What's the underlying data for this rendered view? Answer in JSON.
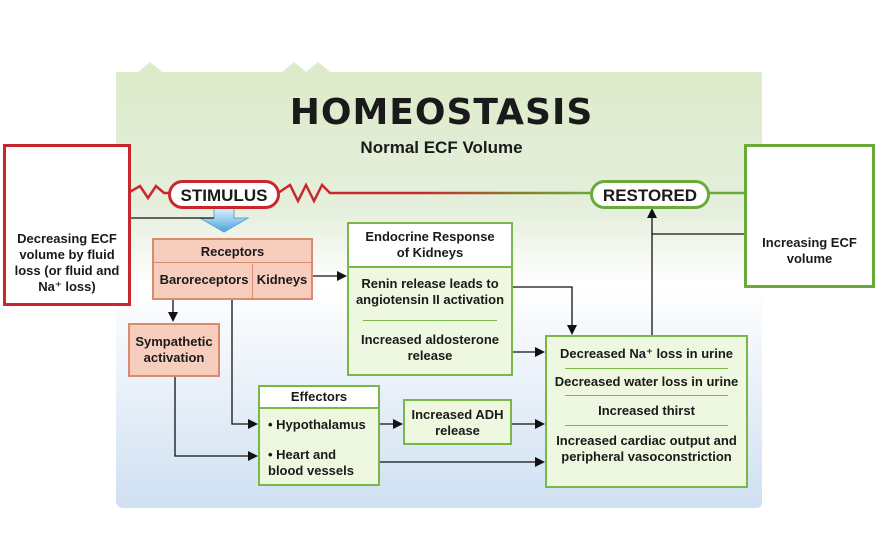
{
  "header": {
    "title": "HOMEOSTASIS",
    "subtitle": "Normal ECF Volume"
  },
  "stimulus": {
    "label": "STIMULUS"
  },
  "restored": {
    "label": "RESTORED"
  },
  "left_box": {
    "text": "Decreasing ECF volume by fluid loss (or fluid and Na⁺ loss)"
  },
  "right_box": {
    "text": "Increasing ECF volume"
  },
  "receptors": {
    "title": "Receptors",
    "items": [
      "Baroreceptors",
      "Kidneys"
    ]
  },
  "sympathetic": {
    "text": "Sympathetic activation"
  },
  "endocrine": {
    "title": "Endocrine Response of Kidneys",
    "items": [
      "Renin release leads to angiotensin II activation",
      "Increased aldosterone release"
    ]
  },
  "effectors": {
    "title": "Effectors",
    "items": [
      "• Hypothalamus",
      "• Heart and blood vessels"
    ]
  },
  "adh": {
    "text": "Increased ADH release"
  },
  "results": {
    "items": [
      "Decreased Na⁺ loss in urine",
      "Decreased water loss in urine",
      "Increased thirst",
      "Increased cardiac output and peripheral vasoconstriction"
    ]
  },
  "colors": {
    "top_band": "#dcebc9",
    "bottom_band": "#d3e3f3",
    "stimulus_red": "#c8282d",
    "restored_green": "#6aaa3a",
    "box_green": "#7ab648",
    "box_pink": "#f7cdbd"
  }
}
